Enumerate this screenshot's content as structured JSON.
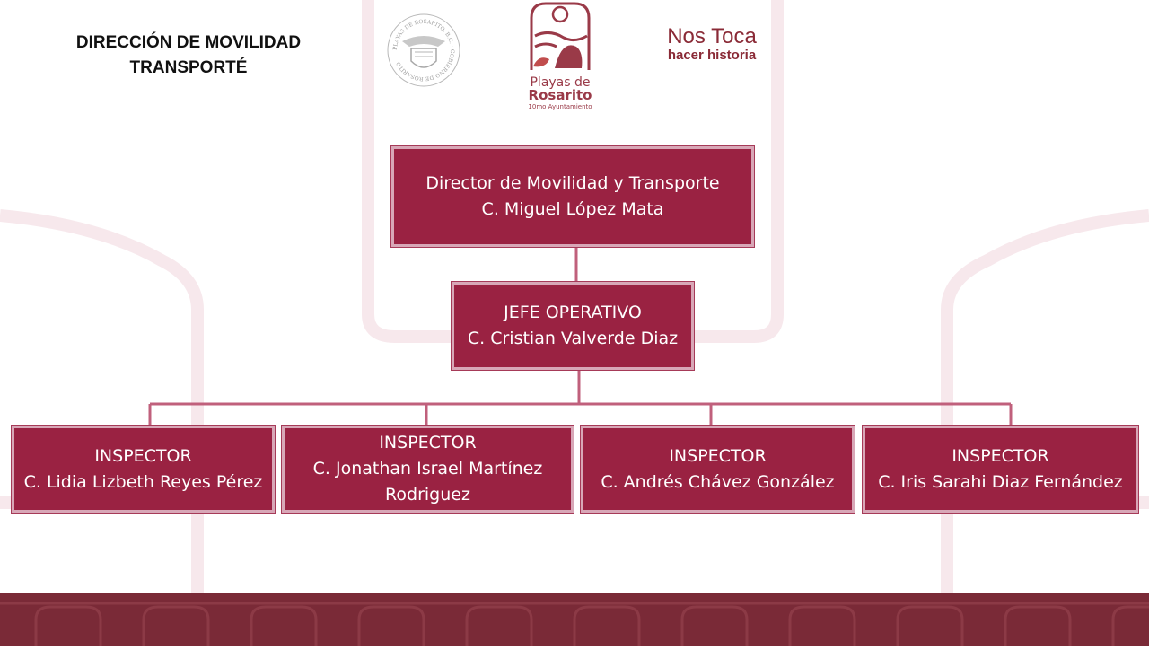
{
  "header": {
    "title_line1": "DIRECCIÓN DE MOVILIDAD",
    "title_line2": "TRANSPORTÉ"
  },
  "logos": {
    "seal": {
      "ring_text": "PLAYAS DE ROSARITO, B.C. · GOBIERNO DE ROSARITO"
    },
    "city": {
      "line1": "Playas de",
      "line2": "Rosarito",
      "line3": "10mo Ayuntamiento"
    },
    "slogan": {
      "line1": "Nos Toca",
      "line2": "hacer historia"
    }
  },
  "org": {
    "director": {
      "role": "Director de Movilidad y Transporte",
      "name": "C. Miguel López Mata"
    },
    "jefe": {
      "role": "JEFE OPERATIVO",
      "name": "C. Cristian Valverde Diaz"
    },
    "inspectors": [
      {
        "role": "INSPECTOR",
        "name": "C. Lidia Lizbeth Reyes Pérez"
      },
      {
        "role": "INSPECTOR",
        "name": "C. Jonathan Israel Martínez Rodriguez"
      },
      {
        "role": "INSPECTOR",
        "name": "C. Andrés Chávez González"
      },
      {
        "role": "INSPECTOR",
        "name": "C. Iris Sarahi Diaz Fernández"
      }
    ]
  },
  "colors": {
    "box_fill": "#9a2242",
    "box_border": "#d8a7b7",
    "connector": "#c0607c",
    "footer": "#7a2a37",
    "watermark": "#f6e6ea"
  }
}
